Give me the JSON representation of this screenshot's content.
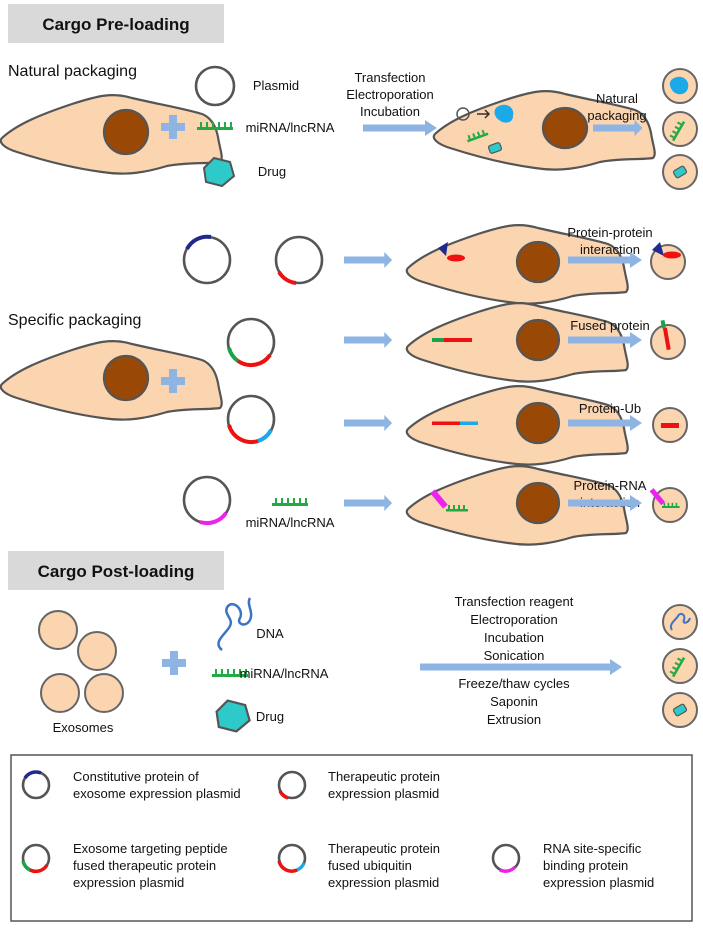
{
  "colors": {
    "cell_fill": "#fbd4b0",
    "nucleus": "#9a4806",
    "arrow": "#8eb4e3",
    "header_bg": "#d9d9d9",
    "blue_protein": "#1f2a8c",
    "red_protein": "#ee1111",
    "green_peptide": "#1aa34a",
    "cyan_ubiquitin": "#1ca9e8",
    "magenta_binding": "#ee22ee",
    "drug": "#2ec9c9",
    "rna": "#22aa44"
  },
  "pre_loading": {
    "header": "Cargo Pre-loading",
    "natural": {
      "title": "Natural packaging",
      "cargo": [
        "Plasmid",
        "miRNA/lncRNA",
        "Drug"
      ],
      "method_lines": [
        "Transfection",
        "Electroporation",
        "Incubation"
      ],
      "result_lines": [
        "Natural",
        "packaging"
      ]
    },
    "specific": {
      "title": "Specific packaging",
      "rows": [
        {
          "result_lines": [
            "Protein-protein",
            "interaction"
          ]
        },
        {
          "result_lines": [
            "Fused protein"
          ]
        },
        {
          "result_lines": [
            "Protein-Ub"
          ]
        },
        {
          "cargo": "miRNA/lncRNA",
          "result_lines": [
            "Protein-RNA",
            "interaction"
          ]
        }
      ]
    }
  },
  "post_loading": {
    "header": "Cargo Post-loading",
    "exosomes_label": "Exosomes",
    "cargo": [
      "DNA",
      "miRNA/lncRNA",
      "Drug"
    ],
    "methods_above": [
      "Transfection reagent",
      "Electroporation",
      "Incubation",
      "Sonication"
    ],
    "methods_below": [
      "Freeze/thaw cycles",
      "Saponin",
      "Extrusion"
    ]
  },
  "legend": [
    {
      "lines": [
        "Constitutive protein of",
        "exosome expression plasmid"
      ],
      "icon": "plasmid-blue-icon"
    },
    {
      "lines": [
        "Therapeutic protein",
        "expression plasmid"
      ],
      "icon": "plasmid-red-icon"
    },
    {
      "lines": [
        "Exosome targeting peptide",
        "fused therapeutic protein",
        "expression plasmid"
      ],
      "icon": "plasmid-green-red-icon"
    },
    {
      "lines": [
        "Therapeutic protein",
        "fused ubiquitin",
        "expression plasmid"
      ],
      "icon": "plasmid-red-cyan-icon"
    },
    {
      "lines": [
        "RNA site-specific",
        "binding protein",
        "expression plasmid"
      ],
      "icon": "plasmid-magenta-icon"
    }
  ]
}
